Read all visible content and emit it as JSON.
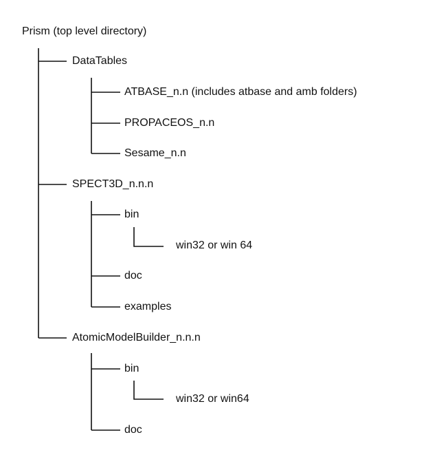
{
  "root": "Prism (top level directory)",
  "tree": {
    "datatables": "DataTables",
    "atbase": "ATBASE_n.n (includes atbase and amb folders)",
    "propaceos": "PROPACEOS_n.n",
    "sesame": "Sesame_n.n",
    "spect3d": "SPECT3D_n.n.n",
    "spect3d_bin": "bin",
    "spect3d_win": "win32 or win 64",
    "spect3d_doc": "doc",
    "spect3d_examples": "examples",
    "amb": "AtomicModelBuilder_n.n.n",
    "amb_bin": "bin",
    "amb_win": "win32 or win64",
    "amb_doc": "doc"
  }
}
